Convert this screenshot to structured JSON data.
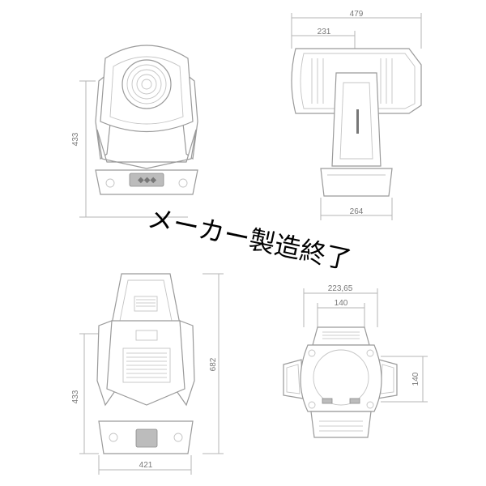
{
  "overlay_text": "メーカー製造終了",
  "views": {
    "front": {
      "height_label": "433",
      "width_label": ""
    },
    "side": {
      "total_width_label": "479",
      "inner_width_label": "231",
      "base_width_label": "264"
    },
    "back": {
      "height_label": "433",
      "total_height_label": "682",
      "width_label": "421"
    },
    "bottom": {
      "total_width_label": "223,65",
      "inner_width_label": "140",
      "height_label": "140"
    }
  },
  "colors": {
    "line": "#9a9a9a",
    "dim": "#b5b5b5",
    "text": "#777777",
    "overlay": "#000000"
  }
}
